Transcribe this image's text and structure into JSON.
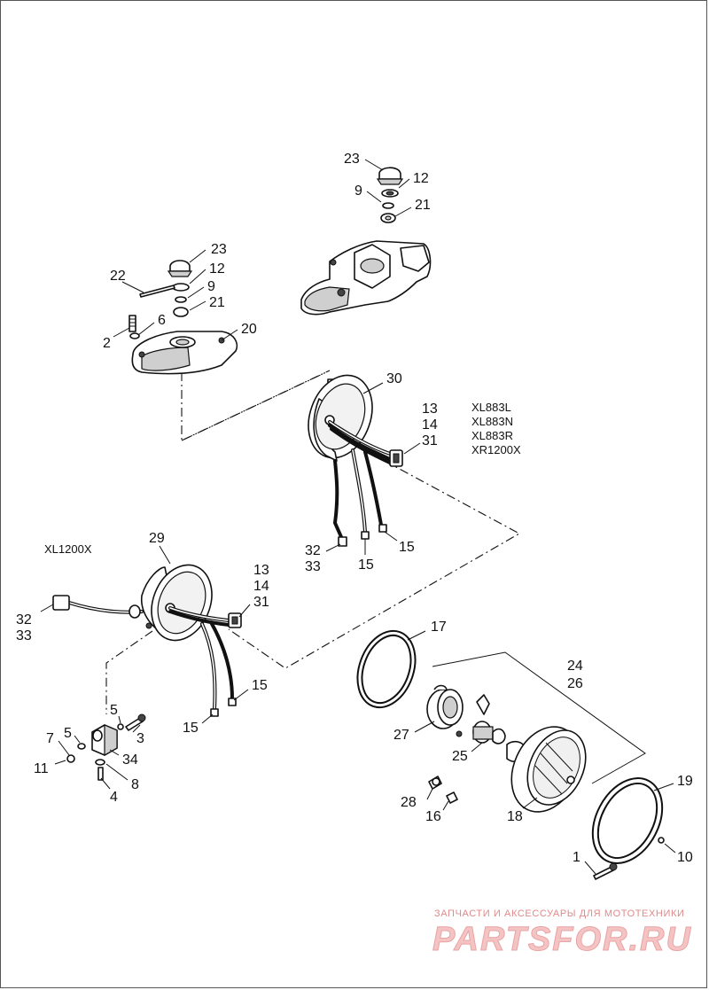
{
  "callouts": {
    "c23a": "23",
    "c12a": "12",
    "c9a": "9",
    "c21a": "21",
    "c22": "22",
    "c23b": "23",
    "c12b": "12",
    "c9b": "9",
    "c6": "6",
    "c21b": "21",
    "c2": "2",
    "c20": "20",
    "c30": "30",
    "c13a": "13",
    "c14a": "14",
    "c31a": "31",
    "c32a": "32",
    "c33a": "33",
    "c15a": "15",
    "c15b": "15",
    "c29": "29",
    "c13b": "13",
    "c14b": "14",
    "c31b": "31",
    "c32b": "32",
    "c33b": "33",
    "c15c": "15",
    "c15d": "15",
    "c17": "17",
    "c24": "24",
    "c26": "26",
    "c5a": "5",
    "c3": "3",
    "c7": "7",
    "c5b": "5",
    "c34": "34",
    "c11": "11",
    "c8": "8",
    "c4": "4",
    "c27": "27",
    "c25": "25",
    "c28": "28",
    "c16": "16",
    "c18": "18",
    "c19": "19",
    "c1": "1",
    "c10": "10"
  },
  "models": {
    "group1": [
      "XL883L",
      "XL883N",
      "XL883R",
      "XR1200X"
    ],
    "group2": "XL1200X"
  },
  "watermark": {
    "tagline": "ЗАПЧАСТИ И АКСЕССУАРЫ ДЛЯ МОТОТЕХНИКИ",
    "brand": "PARTSFOR.RU"
  }
}
